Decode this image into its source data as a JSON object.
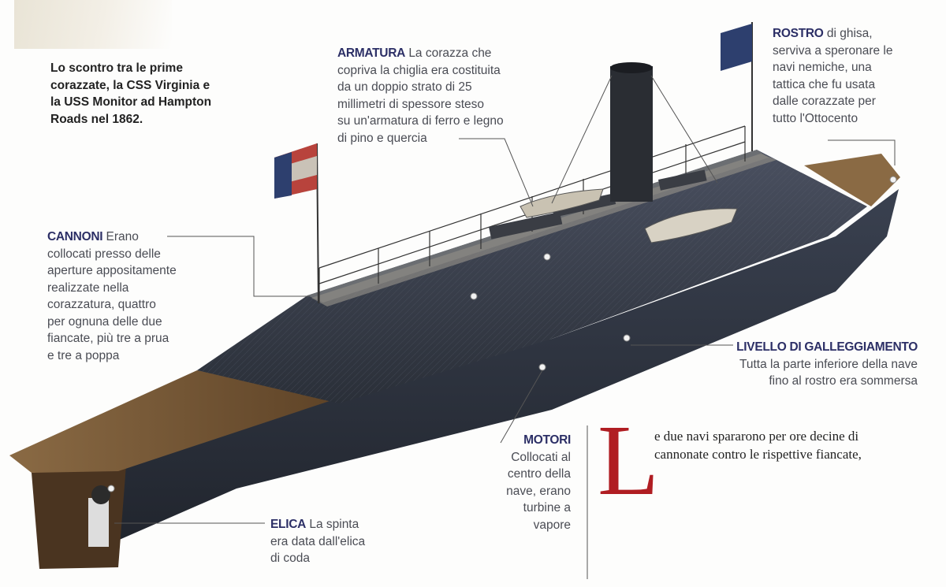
{
  "intro": {
    "lines": [
      "Lo scontro tra le prime",
      "corazzate, la CSS Virginia e",
      "la USS Monitor ad Hampton",
      "Roads nel 1862."
    ]
  },
  "callouts": {
    "armatura": {
      "heading": "ARMATURA",
      "lines": [
        "La corazza che",
        "copriva la chiglia era costituita",
        "da un doppio strato di 25",
        "millimetri di spessore steso",
        "su un'armatura di ferro e legno",
        "di pino e quercia"
      ]
    },
    "rostro": {
      "heading": "ROSTRO",
      "lines": [
        "di ghisa,",
        "serviva a speronare le",
        "navi nemiche, una",
        "tattica che fu usata",
        "dalle corazzate per",
        "tutto l'Ottocento"
      ]
    },
    "cannoni": {
      "heading": "CANNONI",
      "lines": [
        "Erano",
        "collocati presso delle",
        "aperture appositamente",
        "realizzate nella",
        "corazzatura, quattro",
        "per ognuna delle due",
        "fiancate, più tre a prua",
        "e tre a poppa"
      ]
    },
    "livello": {
      "heading": "LIVELLO DI GALLEGGIAMENTO",
      "lines": [
        "Tutta la parte inferiore della nave",
        "fino al rostro era sommersa"
      ]
    },
    "motori": {
      "heading": "MOTORI",
      "lines": [
        "Collocati al",
        "centro della",
        "nave, erano",
        "turbine a",
        "vapore"
      ]
    },
    "elica": {
      "heading": "ELICA",
      "lines": [
        "La spinta",
        "era data dall'elica",
        "di coda"
      ]
    }
  },
  "article": {
    "dropcap": "L",
    "lines": [
      "e due navi spararono per ore decine di",
      "cannonate contro le rispettive fiancate,"
    ]
  },
  "colors": {
    "heading": "#2c2f66",
    "dropcap": "#b01d22",
    "hull": "#2e3440",
    "deck": "#7a5a36"
  }
}
